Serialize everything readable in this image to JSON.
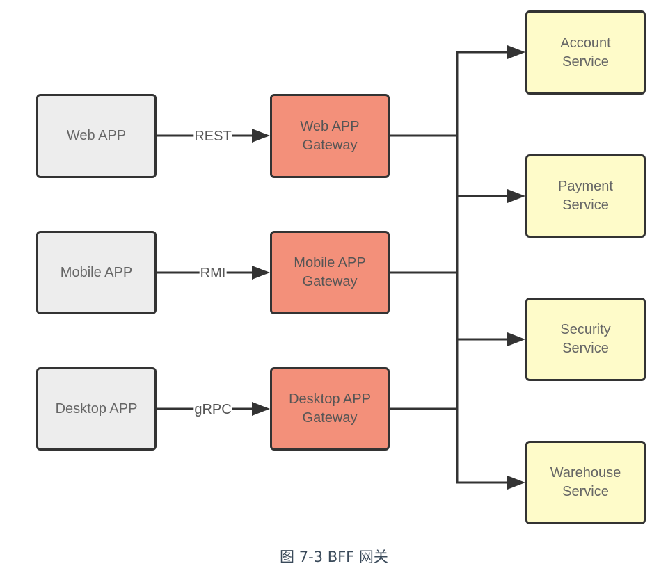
{
  "diagram": {
    "title": "BFF gateway architecture",
    "clients": [
      {
        "label": "Web APP",
        "protocol": "REST"
      },
      {
        "label": "Mobile APP",
        "protocol": "RMI"
      },
      {
        "label": "Desktop APP",
        "protocol": "gRPC"
      }
    ],
    "gateways": [
      {
        "label_line1": "Web APP",
        "label_line2": "Gateway"
      },
      {
        "label_line1": "Mobile APP",
        "label_line2": "Gateway"
      },
      {
        "label_line1": "Desktop APP",
        "label_line2": "Gateway"
      }
    ],
    "services": [
      {
        "label_line1": "Account",
        "label_line2": "Service"
      },
      {
        "label_line1": "Payment",
        "label_line2": "Service"
      },
      {
        "label_line1": "Security",
        "label_line2": "Service"
      },
      {
        "label_line1": "Warehouse",
        "label_line2": "Service"
      }
    ],
    "colors": {
      "client_fill": "#ededed",
      "gateway_fill": "#f3907a",
      "service_fill": "#fefbc9",
      "stroke": "#333333"
    }
  },
  "caption": "图 7-3 BFF 网关"
}
